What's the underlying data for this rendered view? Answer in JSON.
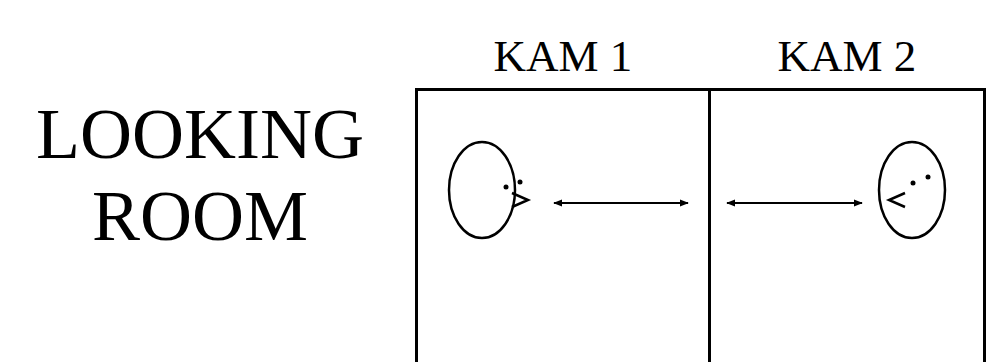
{
  "diagram": {
    "nodes": [
      {
        "text": [
          "KAM 1"
        ]
      },
      {
        "text": [
          "KAM 2"
        ]
      }
    ],
    "labels": [
      "LOOKING ROOM"
    ]
  }
}
